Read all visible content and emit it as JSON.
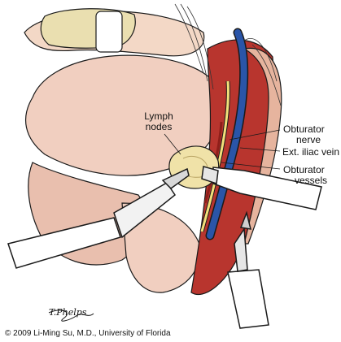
{
  "figure": {
    "labels": {
      "lymph_nodes_line1": "Lymph",
      "lymph_nodes_line2": "nodes",
      "obturator_nerve_line1": "Obturator",
      "obturator_nerve_line2": "nerve",
      "ext_iliac_vein": "Ext. iliac vein",
      "obturator_vessels_line1": "Obturator",
      "obturator_vessels_line2": "vessels"
    },
    "signature": "T.Phelps",
    "copyright": "© 2009 Li-Ming Su, M.D., University of Florida"
  },
  "colors": {
    "tissue": "#f1cfc0",
    "tissue_dark": "#d9a898",
    "muscle_red": "#b8352e",
    "vein_blue": "#2a55a8",
    "fat_yellow": "#f0e2a8",
    "cartilage": "#eadfb0",
    "instrument": "#ffffff",
    "outline": "#1a1a1a"
  }
}
